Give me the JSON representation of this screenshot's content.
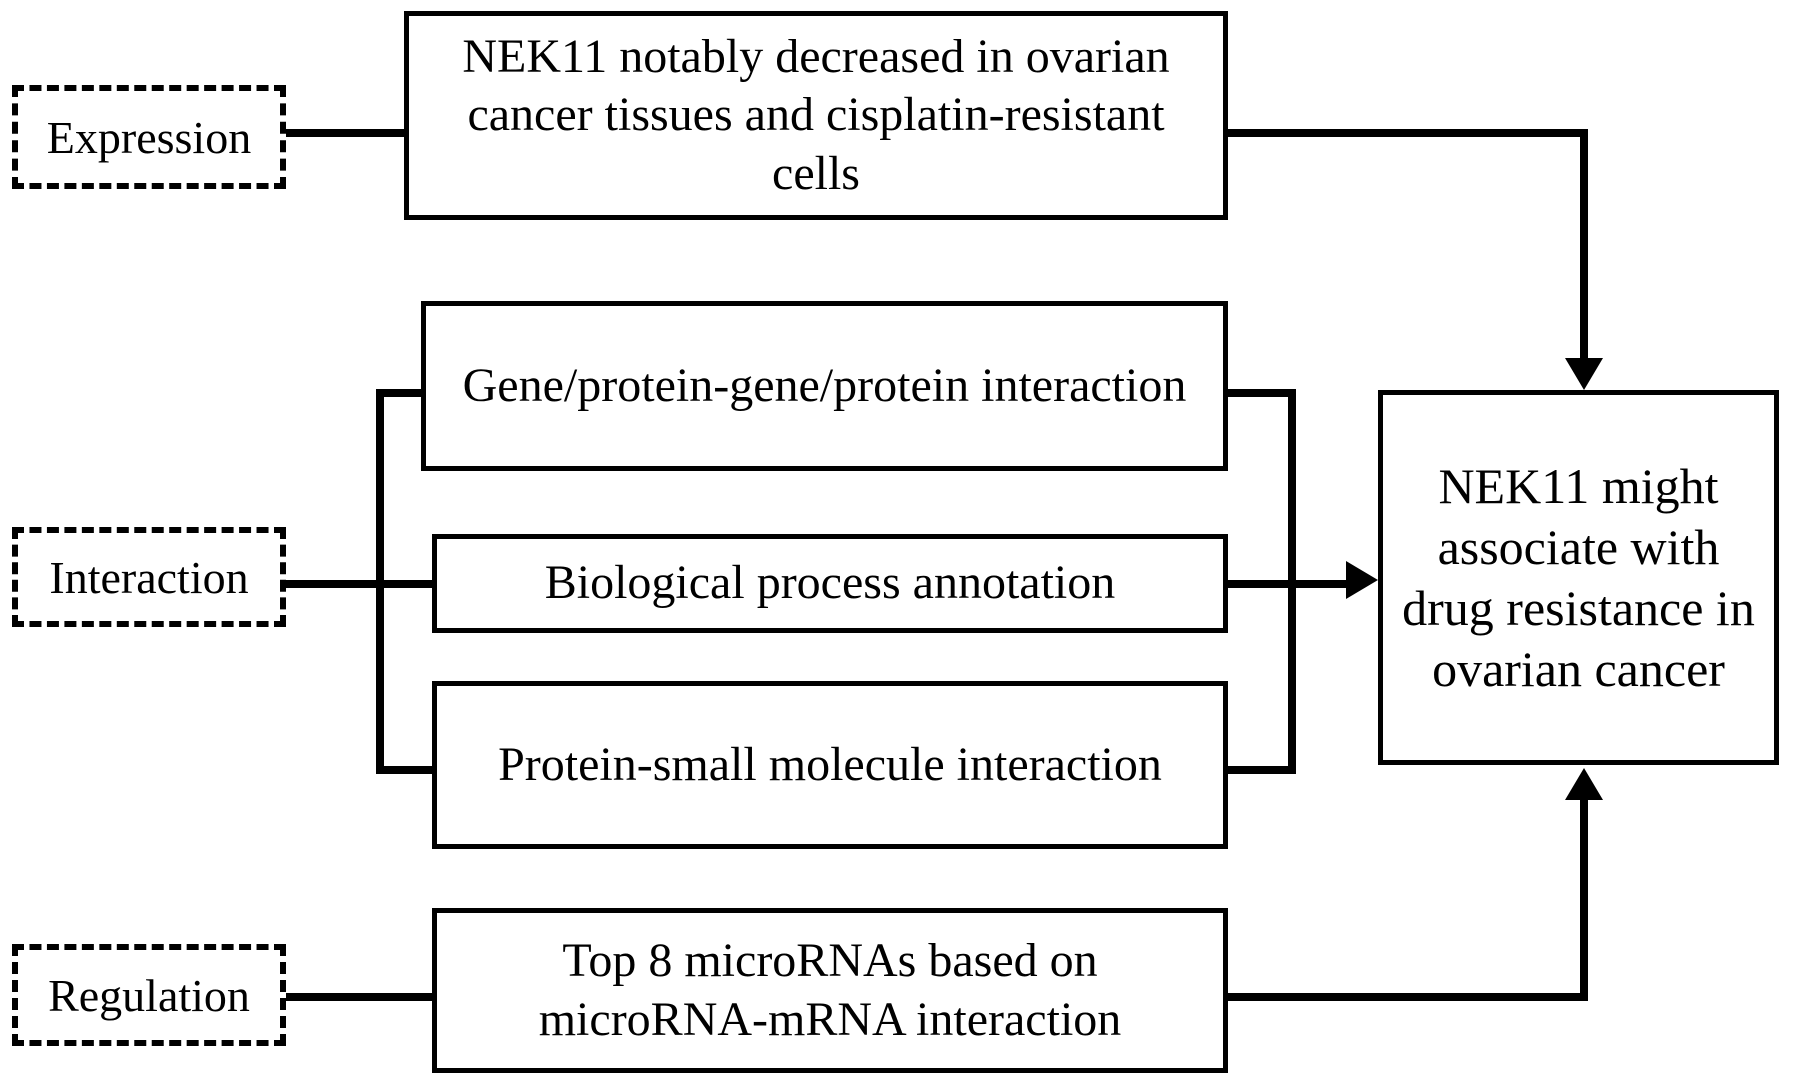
{
  "diagram": {
    "title": "NEK11 ovarian cancer drug resistance flowchart",
    "stroke_color": "#000000",
    "background_color": "#ffffff",
    "categories": [
      {
        "id": "expression",
        "label": "Expression"
      },
      {
        "id": "interaction",
        "label": "Interaction"
      },
      {
        "id": "regulation",
        "label": "Regulation"
      }
    ],
    "findings": [
      {
        "id": "expression-finding",
        "label": "NEK11 notably decreased in ovarian cancer tissues and cisplatin-resistant cells"
      },
      {
        "id": "gene-protein-interaction",
        "label": "Gene/protein-gene/protein interaction"
      },
      {
        "id": "biological-process-annotation",
        "label": "Biological process annotation"
      },
      {
        "id": "protein-small-molecule-interaction",
        "label": "Protein-small molecule interaction"
      },
      {
        "id": "microrna-regulation",
        "label": "Top 8 microRNAs based on microRNA-mRNA interaction"
      }
    ],
    "conclusion": {
      "id": "conclusion",
      "label": "NEK11 might associate with drug resistance in ovarian cancer"
    },
    "connectors": [
      {
        "id": "expression-to-finding",
        "type": "line"
      },
      {
        "id": "expression-finding-to-conclusion",
        "type": "arrow-down"
      },
      {
        "id": "interaction-to-bracket",
        "type": "line"
      },
      {
        "id": "interaction-bracket-to-conclusion",
        "type": "arrow-right"
      },
      {
        "id": "regulation-to-finding",
        "type": "line"
      },
      {
        "id": "regulation-finding-to-conclusion",
        "type": "arrow-up"
      }
    ]
  }
}
